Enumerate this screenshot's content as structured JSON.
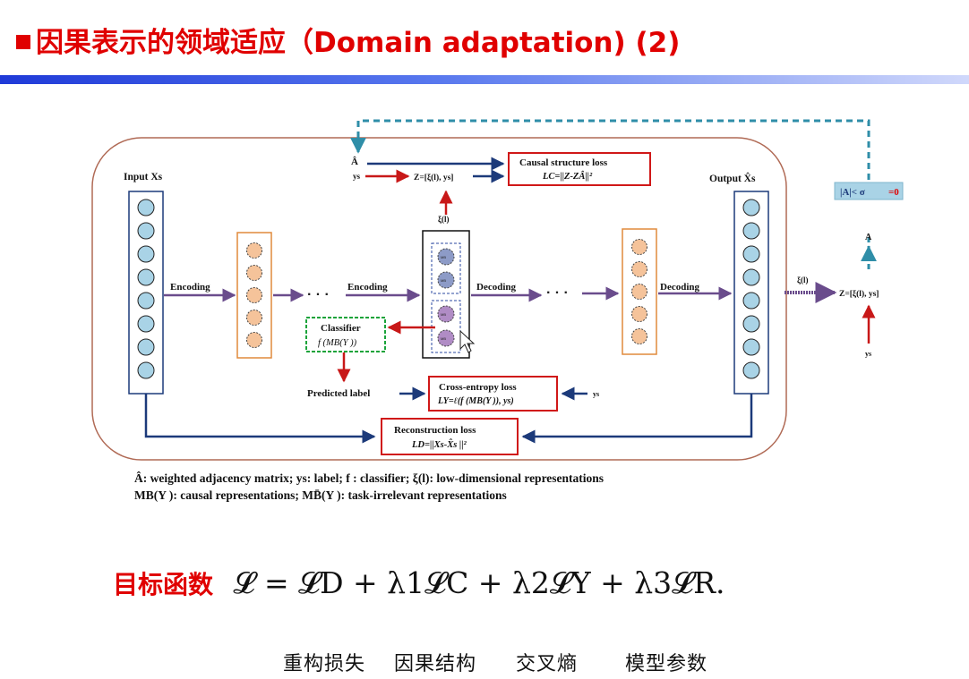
{
  "slide": {
    "title": "因果表示的领域适应（Domain adaptation) (2)"
  },
  "diagram": {
    "input_label": "Input Xs",
    "output_label": "Output X̂s",
    "encoding_1": "Encoding",
    "encoding_2": "Encoding",
    "decoding_1": "Decoding",
    "decoding_2": "Decoding",
    "ellipsis": "· · ·",
    "a_hat": "Â",
    "ys": "ys",
    "z_eq": "Z=[ξ(l), ys]",
    "xi_label": "ξ(l)",
    "causal_loss_title": "Causal structure loss",
    "causal_loss_formula": "LC=||Z-ZÂ||²",
    "threshold": "|A|< σ",
    "threshold_value": "=0",
    "a_label": "A",
    "xi_right": "ξ(l)",
    "z_eq_right": "Z=[ξ(l), ys]",
    "ys_right": "ys",
    "classifier_title": "Classifier",
    "classifier_formula": "f (MB(Y ))",
    "predicted_label": "Predicted label",
    "ce_loss_title": "Cross-entropy  loss",
    "ce_loss_formula": "LY=ℓ(f (MB(Y )), ys)",
    "ys_ce": "ys",
    "recon_loss_title": "Reconstruction  loss",
    "recon_loss_formula": "LD=||Xs-X̂s ||²",
    "latent_small": [
      "MB",
      "MB",
      "MB",
      "MB"
    ],
    "legend_line1": "Â: weighted adjacency matrix;   ys: label;   f : classifier;          ξ(l): low-dimensional representations",
    "legend_line2": "MB(Y ):  causal representations;  MB̄(Y ): task-irrelevant representations"
  },
  "objective": {
    "label": "目标函数",
    "formula": "𝓛 = 𝓛D + λ1𝓛C + λ2𝓛Y + λ3𝓛R."
  },
  "term_labels": [
    "重构损失",
    "因果结构",
    "交叉熵",
    "模型参数"
  ],
  "colors": {
    "title_red": "#e00000",
    "dark_blue": "#1c3a7a",
    "purple_arrow": "#6a4c8c",
    "teal_dash": "#2f8ea8",
    "node_fill": "#a9d3e6",
    "orange_fill": "#f5c39a",
    "latent_fill": "#b0b4dd"
  }
}
